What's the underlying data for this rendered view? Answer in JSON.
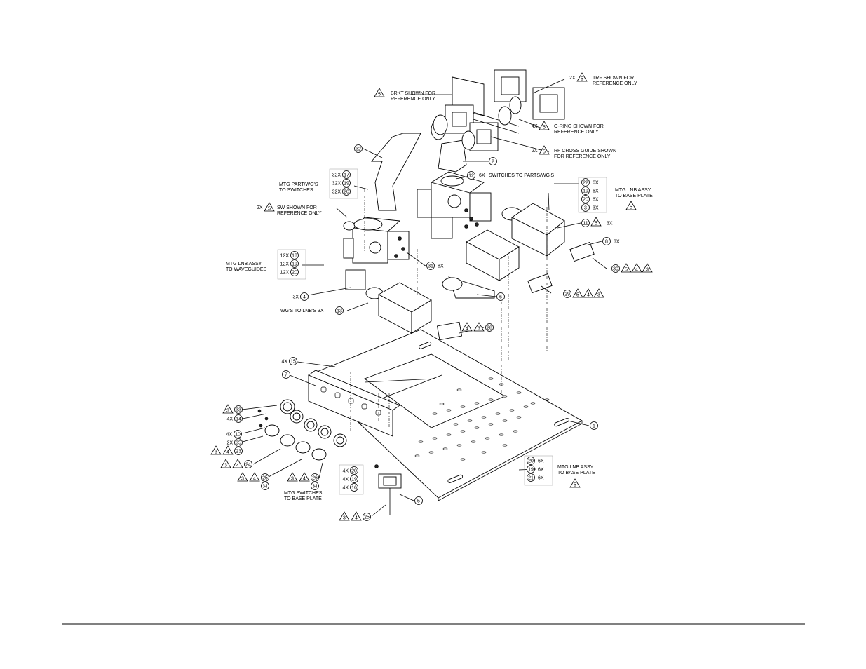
{
  "notes": [
    {
      "id": "n-brkt",
      "text": [
        "BRKT SHOWN FOR",
        "REFERENCE ONLY"
      ],
      "flag": "5"
    },
    {
      "id": "n-trf",
      "text": [
        "TRF SHOWN FOR",
        "REFERENCE ONLY"
      ],
      "qty": "2X",
      "flag": "5"
    },
    {
      "id": "n-oring",
      "text": [
        "O-RING SHOWN FOR",
        "REFERENCE ONLY"
      ],
      "qty": "4X",
      "flag": "5"
    },
    {
      "id": "n-rfcross",
      "text": [
        "RF CROSS GUIDE SHOWN",
        "FOR REFERENCE ONLY"
      ],
      "qty": "2X",
      "flag": "5"
    },
    {
      "id": "n-sw",
      "text": [
        "SW SHOWN FOR",
        "REFERENCE ONLY"
      ],
      "qty": "2X",
      "flag": "5"
    },
    {
      "id": "n-mtgpart",
      "text": [
        "MTG PART/WG'S",
        "TO SWITCHES"
      ]
    },
    {
      "id": "n-mtglnbwg",
      "text": [
        "MTG LNB ASSY",
        "TO WAVEGUIDES"
      ]
    },
    {
      "id": "n-mtglnbbase1",
      "text": [
        "MTG LNB ASSY",
        "TO BASE PLATE"
      ],
      "flag": "5"
    },
    {
      "id": "n-mtglnbbase2",
      "text": [
        "MTG LNB ASSY",
        "TO BASE PLATE"
      ],
      "flag": "5"
    },
    {
      "id": "n-mtgsw",
      "text": [
        "MTG SWITCHES",
        "TO BASE PLATE"
      ]
    },
    {
      "id": "n-switches",
      "text": [
        "SWITCHES TO PARTS/WG'S"
      ],
      "qty": "6X",
      "item": "12"
    },
    {
      "id": "n-wglnb",
      "text": [
        "WG'S TO LNB'S 3X"
      ],
      "item": "13"
    }
  ],
  "callouts": [
    {
      "id": "c32",
      "item": "32"
    },
    {
      "id": "c2",
      "item": "2"
    },
    {
      "id": "c11",
      "item": "11",
      "flag": "5",
      "suffix": "3X"
    },
    {
      "id": "c8",
      "item": "8",
      "suffix": "3X"
    },
    {
      "id": "c30",
      "item": "30",
      "flags": [
        "5",
        "4",
        "3"
      ]
    },
    {
      "id": "c29",
      "item": "29",
      "flags": [
        "5",
        "4",
        "3"
      ]
    },
    {
      "id": "c28",
      "item": "28",
      "flags": [
        "4",
        "3"
      ]
    },
    {
      "id": "c31",
      "item": "31",
      "suffix": "8X"
    },
    {
      "id": "c6",
      "item": "6"
    },
    {
      "id": "c4",
      "item": "4",
      "qty": "3X"
    },
    {
      "id": "c15",
      "item": "15",
      "qty": "4X"
    },
    {
      "id": "c7",
      "item": "7"
    },
    {
      "id": "c1",
      "item": "1"
    },
    {
      "id": "c33",
      "item": "33",
      "flags": [
        "3"
      ]
    },
    {
      "id": "c14",
      "item": "14",
      "qty": "4X"
    },
    {
      "id": "c10",
      "item": "10",
      "qty": "4X"
    },
    {
      "id": "c35",
      "item": "35",
      "qty": "2X"
    },
    {
      "id": "c23",
      "item": "23",
      "flags": [
        "3",
        "4"
      ]
    },
    {
      "id": "c24",
      "item": "24",
      "flags": [
        "3",
        "4"
      ]
    },
    {
      "id": "c25a",
      "item": "25",
      "flags": [
        "3",
        "4"
      ]
    },
    {
      "id": "c34a",
      "item": "34"
    },
    {
      "id": "c26",
      "item": "26",
      "flags": [
        "3",
        "4"
      ]
    },
    {
      "id": "c34b",
      "item": "34"
    },
    {
      "id": "c5",
      "item": "5"
    },
    {
      "id": "c25b",
      "item": "25",
      "flags": [
        "3",
        "4"
      ]
    }
  ],
  "stacks": [
    {
      "id": "s-top",
      "rows": [
        {
          "qty": "32X",
          "item": "17"
        },
        {
          "qty": "32X",
          "item": "19"
        },
        {
          "qty": "32X",
          "item": "20"
        }
      ]
    },
    {
      "id": "s-lnbright",
      "rows": [
        {
          "item": "22",
          "qty": "6X"
        },
        {
          "item": "19",
          "qty": "6X"
        },
        {
          "item": "20",
          "qty": "6X"
        },
        {
          "item": "3",
          "qty": "3X"
        }
      ]
    },
    {
      "id": "s-lnbwg",
      "rows": [
        {
          "qty": "12X",
          "item": "18"
        },
        {
          "qty": "12X",
          "item": "19"
        },
        {
          "qty": "12X",
          "item": "20"
        }
      ]
    },
    {
      "id": "s-sw",
      "rows": [
        {
          "qty": "4X",
          "item": "20"
        },
        {
          "qty": "4X",
          "item": "19"
        },
        {
          "qty": "4X",
          "item": "16"
        }
      ]
    },
    {
      "id": "s-base",
      "rows": [
        {
          "item": "20",
          "qty": "6X"
        },
        {
          "item": "19",
          "qty": "6X"
        },
        {
          "item": "21",
          "qty": "6X"
        }
      ]
    }
  ]
}
